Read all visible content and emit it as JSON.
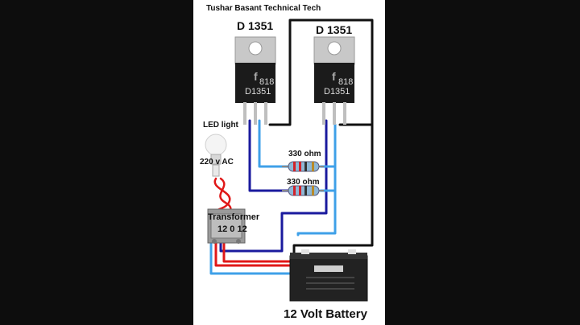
{
  "credit": "Tushar Basant Technical Tech",
  "transistors": [
    {
      "label": "D 1351",
      "code": "818",
      "marking": "D1351"
    },
    {
      "label": "D 1351",
      "code": "818",
      "marking": "D1351"
    }
  ],
  "led": {
    "label": "LED light",
    "voltage": "220 v AC"
  },
  "resistors": [
    {
      "label": "330 ohm"
    },
    {
      "label": "330 ohm"
    }
  ],
  "transformer": {
    "label": "Transformer",
    "taps": "12 0 12"
  },
  "battery": {
    "label": "12 Volt Battery"
  },
  "colors": {
    "black_wire": "#111111",
    "dark_blue_wire": "#1a1a9e",
    "light_blue_wire": "#3fa0e8",
    "red_wire": "#e01818",
    "transistor_body": "#1b1b1b",
    "heatsink": "#c8c8c8",
    "battery_body": "#222222"
  }
}
